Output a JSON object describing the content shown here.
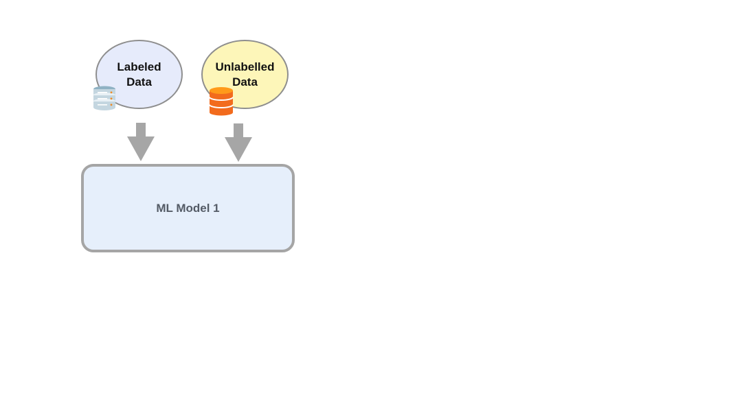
{
  "diagram": {
    "nodes": {
      "labeled": {
        "line1": "Labeled",
        "line2": "Data",
        "icon": "database-icon",
        "fill": "#e6ebfb",
        "icon_color": "#a9c3d2"
      },
      "unlabelled": {
        "line1": "Unlabelled",
        "line2": "Data",
        "icon": "database-icon",
        "fill": "#fdf6b9",
        "icon_color": "#f57c1f"
      },
      "model": {
        "label": "ML Model 1",
        "fill": "#e6effb",
        "border": "#a5a5a5"
      }
    },
    "edges": [
      {
        "from": "labeled",
        "to": "model"
      },
      {
        "from": "unlabelled",
        "to": "model"
      }
    ],
    "arrow_color": "#a6a6a6"
  }
}
